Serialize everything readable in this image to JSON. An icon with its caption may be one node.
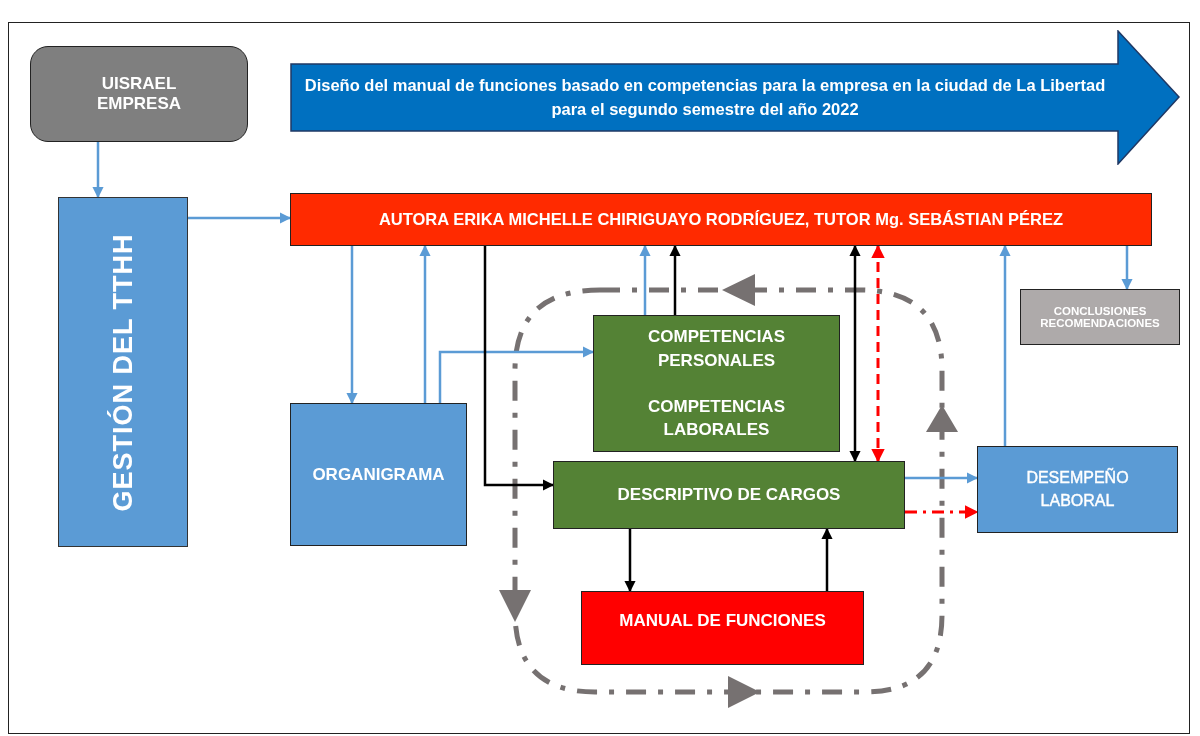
{
  "diagram": {
    "nodes": [
      {
        "text": [
          "UISRAEL EMPRESA"
        ]
      },
      {
        "text": [
          "Diseño del manual de funciones basado en competencias para la empresa en la ciudad de La Libertad para el segundo semestre del año 2022"
        ]
      },
      {
        "text": [
          "GESTIÓN DEL TTHH"
        ]
      },
      {
        "text": [
          "AUTORA ERIKA MICHELLE CHIRIGUAYO RODRÍGUEZ, TUTOR Mg. SEBÁSTIAN PÉREZ"
        ]
      },
      {
        "text": [
          "CONCLUSIONES RECOMENDACIONES"
        ]
      },
      {
        "text": [
          "ORGANIGRAMA"
        ]
      },
      {
        "text": [
          "COMPETENCIAS PERSONALES",
          "COMPETENCIAS LABORALES"
        ]
      },
      {
        "text": [
          "DESCRIPTIVO DE CARGOS"
        ]
      },
      {
        "text": [
          "DESEMPEÑO LABORAL"
        ]
      },
      {
        "text": [
          "MANUAL DE FUNCIONES"
        ]
      }
    ],
    "edges": [
      {
        "from": 0,
        "to": 2,
        "arrow": "to"
      },
      {
        "from": 2,
        "to": 3,
        "arrow": "to"
      },
      {
        "from": 3,
        "to": 5,
        "arrow": "to"
      },
      {
        "from": 5,
        "to": 3,
        "arrow": "to"
      },
      {
        "from": 5,
        "to": 6,
        "arrow": "to"
      },
      {
        "from": 3,
        "to": 7,
        "arrow": "to",
        "color": "#000000"
      },
      {
        "from": 6,
        "to": 3,
        "arrow": "to"
      },
      {
        "from": 6,
        "to": 3,
        "arrow": "to",
        "color": "#000000"
      },
      {
        "from": 3,
        "to": 7,
        "arrow": "both",
        "color": "#000000"
      },
      {
        "from": 3,
        "to": 7,
        "arrow": "both",
        "style": "dashed",
        "color": "#ff0000"
      },
      {
        "from": 7,
        "to": 8,
        "arrow": "to"
      },
      {
        "from": 7,
        "to": 8,
        "arrow": "to",
        "style": "dashed",
        "color": "#ff0000"
      },
      {
        "from": 8,
        "to": 3,
        "arrow": "to"
      },
      {
        "from": 3,
        "to": 4,
        "arrow": "to"
      },
      {
        "from": 7,
        "to": 9,
        "arrow": "to",
        "color": "#000000"
      },
      {
        "from": 9,
        "to": 7,
        "arrow": "to",
        "color": "#000000"
      }
    ]
  }
}
